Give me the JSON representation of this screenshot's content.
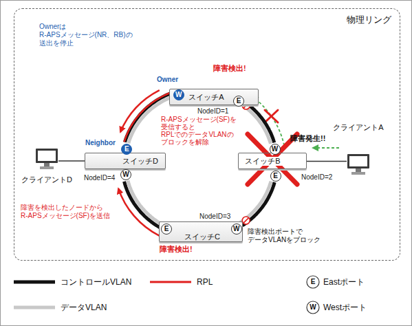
{
  "diagram": {
    "nodes": [
      {
        "text": [
          "物理リング"
        ]
      },
      {
        "text": [
          "スイッチA",
          "NodeID=1"
        ],
        "in": 0
      },
      {
        "text": [
          "W"
        ],
        "in": 1
      },
      {
        "text": [
          "E"
        ],
        "in": 1
      },
      {
        "text": [
          "スイッチB",
          "NodeID=2"
        ],
        "in": 0
      },
      {
        "text": [
          "W"
        ],
        "in": 4
      },
      {
        "text": [
          "E"
        ],
        "in": 4
      },
      {
        "text": [
          "スイッチC",
          "NodeID=3"
        ],
        "in": 0
      },
      {
        "text": [
          "E"
        ],
        "in": 7
      },
      {
        "text": [
          "W"
        ],
        "in": 7
      },
      {
        "text": [
          "スイッチD",
          "NodeID=4"
        ],
        "in": 0
      },
      {
        "text": [
          "E"
        ],
        "in": 10
      },
      {
        "text": [
          "W"
        ],
        "in": 10
      },
      {
        "text": [
          "クライアントA"
        ],
        "in": 0
      },
      {
        "text": [
          "クライアントD"
        ],
        "in": 0
      }
    ],
    "edges": [
      {
        "from": 3,
        "to": 5,
        "arrow": "none"
      },
      {
        "from": 6,
        "to": 9,
        "arrow": "none"
      },
      {
        "from": 8,
        "to": 12,
        "arrow": "none"
      },
      {
        "from": 11,
        "to": 2,
        "arrow": "none"
      },
      {
        "from": 13,
        "to": 4,
        "arrow": "none"
      },
      {
        "from": 14,
        "to": 10,
        "arrow": "none"
      }
    ],
    "labels": [
      "Ownerは R-APSメッセージ(NR、RB)の 送出を停止",
      "Owner",
      "障害検出!",
      "R-APSメッセージ(SF)を 受信すると RPLでのデータVLANの ブロックを解除",
      "Neighbor",
      "障害発生!!",
      "障害を検出したノードから R-APSメッセージ(SF)を送信",
      "障害検出ポートで データVLANをブロック",
      "障害検出!",
      "E",
      "W"
    ],
    "legend": [
      {
        "text": "コントロールVLAN"
      },
      {
        "text": "RPL"
      },
      {
        "text": "Eastポート"
      },
      {
        "text": "データVLAN"
      },
      {
        "text": "Westポート"
      }
    ]
  }
}
